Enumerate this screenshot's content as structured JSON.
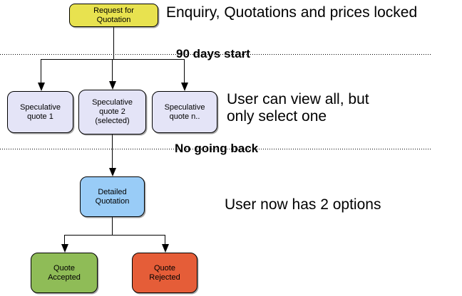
{
  "nodes": {
    "request": {
      "label": "Request for\nQuotation",
      "color": "#e8e24f"
    },
    "spec1": {
      "label": "Speculative\nquote 1",
      "color": "#e4e4f7"
    },
    "spec2": {
      "label": "Speculative\nquote 2\n(selected)",
      "color": "#e4e4f7"
    },
    "specn": {
      "label": "Speculative\nquote n..",
      "color": "#e4e4f7"
    },
    "detailed": {
      "label": "Detailed\nQuotation",
      "color": "#99ccf7"
    },
    "accepted": {
      "label": "Quote\nAccepted",
      "color": "#8fbc57"
    },
    "rejected": {
      "label": "Quote\nRejected",
      "color": "#e55d38"
    }
  },
  "annotations": {
    "enquiry": "Enquiry, Quotations and prices locked",
    "view_all": "User can view all, but\nonly select one",
    "two_options": "User now has 2 options"
  },
  "phase_labels": {
    "days90": "90 days start",
    "no_going_back": "No going back"
  },
  "colors": {
    "connector": "#000000",
    "text": "#000000",
    "background": "#ffffff"
  }
}
